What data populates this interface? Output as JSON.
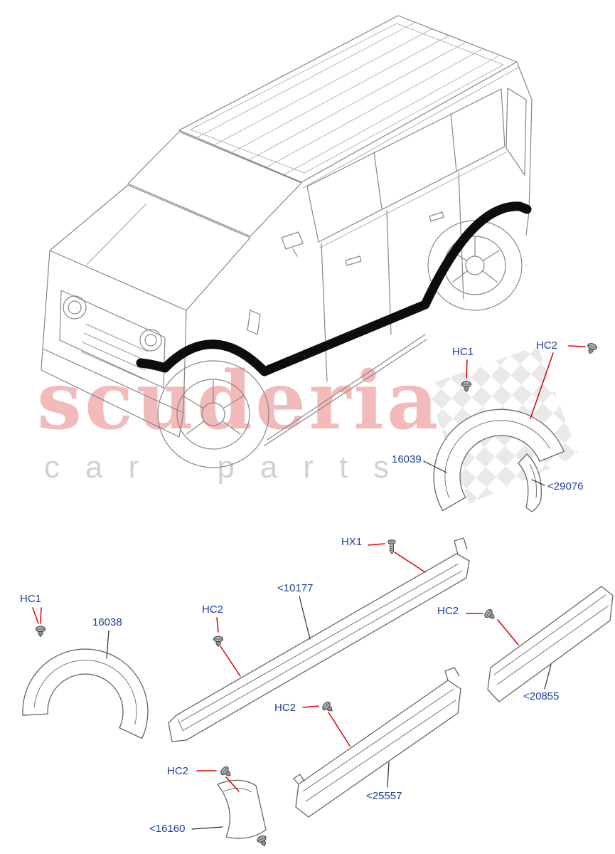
{
  "watermark": {
    "line1": "scuderia",
    "line2": "car parts"
  },
  "colors": {
    "part_label": "#1d3e9c",
    "leader_line": "#dc0000",
    "drawing_line": "#8a8a8a",
    "moulding_highlight": "#111111",
    "watermark_text": "#de4b4b",
    "watermark_subtext": "#cfcfcf"
  },
  "labels": {
    "hc1_upper": "HC1",
    "hc2_upper": "HC2",
    "p16039": "16039",
    "p29076": "<29076",
    "hx1": "HX1",
    "p10177": "<10177",
    "hc1_lower": "HC1",
    "p16038": "16038",
    "hc2_sill_front": "HC2",
    "hc2_door": "HC2",
    "p20855": "<20855",
    "hc2_sill_mid": "HC2",
    "p25557": "<25557",
    "hc2_corner": "HC2",
    "p16160": "<16160"
  }
}
